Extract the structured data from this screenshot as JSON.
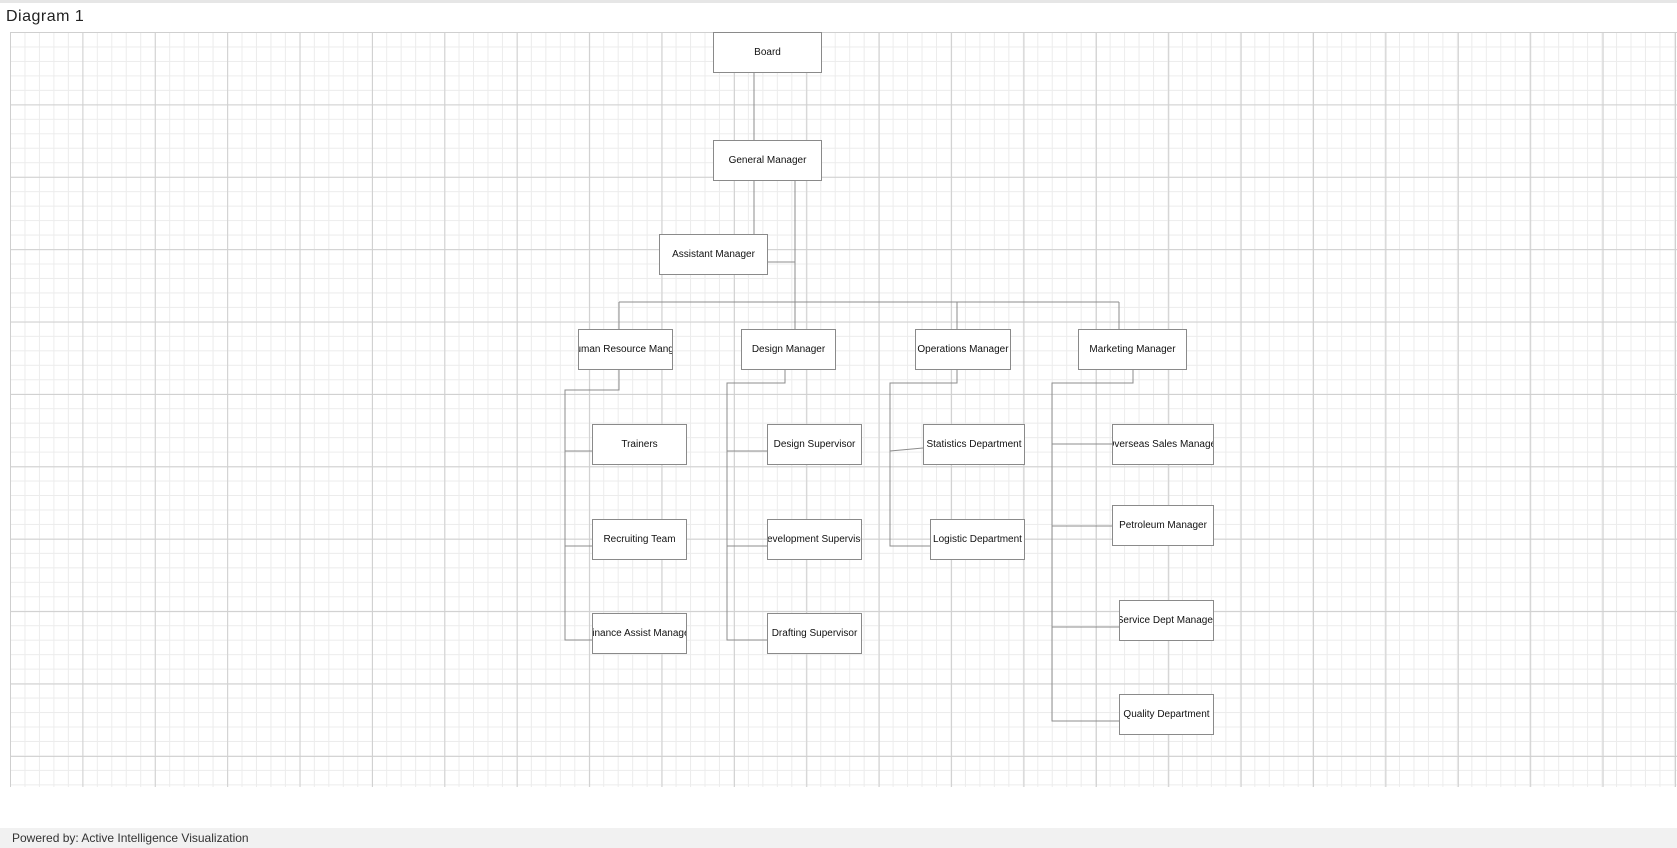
{
  "page": {
    "title": "Diagram 1",
    "footer": "Powered by: Active Intelligence Visualization"
  },
  "nodes": [
    {
      "id": "board",
      "label": "Board"
    },
    {
      "id": "gm",
      "label": "General Manager"
    },
    {
      "id": "am",
      "label": "Assistant Manager"
    },
    {
      "id": "hr",
      "label": "Human Resource Manger"
    },
    {
      "id": "dm",
      "label": "Design Manager"
    },
    {
      "id": "om",
      "label": "Operations Manager"
    },
    {
      "id": "mm",
      "label": "Marketing Manager"
    },
    {
      "id": "trainers",
      "label": "Trainers"
    },
    {
      "id": "recruit",
      "label": "Recruiting Team"
    },
    {
      "id": "finance",
      "label": "Finance Assist Manager"
    },
    {
      "id": "dsup",
      "label": "Design Supervisor"
    },
    {
      "id": "devsup",
      "label": "Development Supervisor"
    },
    {
      "id": "draft",
      "label": "Drafting Supervisor"
    },
    {
      "id": "stats",
      "label": "Statistics Department"
    },
    {
      "id": "logistic",
      "label": "Logistic Department"
    },
    {
      "id": "overseas",
      "label": "Overseas Sales Manager"
    },
    {
      "id": "petro",
      "label": "Petroleum Manager"
    },
    {
      "id": "service",
      "label": "Service Dept Manager"
    },
    {
      "id": "quality",
      "label": "Quality Department"
    }
  ],
  "edges": [
    {
      "from": "board",
      "to": "gm"
    },
    {
      "from": "gm",
      "to": "am"
    },
    {
      "from": "gm",
      "to": "hr"
    },
    {
      "from": "gm",
      "to": "dm"
    },
    {
      "from": "gm",
      "to": "om"
    },
    {
      "from": "gm",
      "to": "mm"
    },
    {
      "from": "hr",
      "to": "trainers"
    },
    {
      "from": "hr",
      "to": "recruit"
    },
    {
      "from": "hr",
      "to": "finance"
    },
    {
      "from": "dm",
      "to": "dsup"
    },
    {
      "from": "dm",
      "to": "devsup"
    },
    {
      "from": "dm",
      "to": "draft"
    },
    {
      "from": "om",
      "to": "stats"
    },
    {
      "from": "om",
      "to": "logistic"
    },
    {
      "from": "mm",
      "to": "overseas"
    },
    {
      "from": "mm",
      "to": "petro"
    },
    {
      "from": "mm",
      "to": "service"
    },
    {
      "from": "mm",
      "to": "quality"
    }
  ]
}
